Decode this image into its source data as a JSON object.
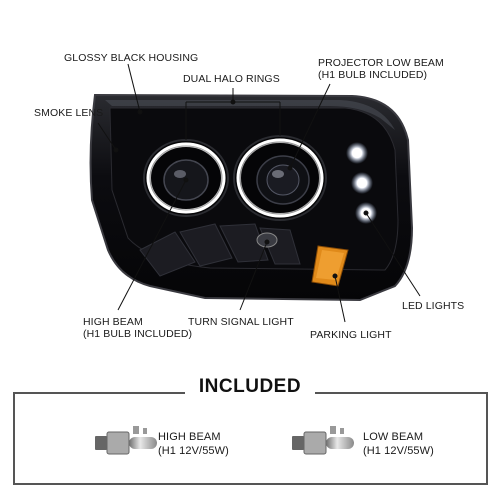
{
  "labels": {
    "glossy_housing": "GLOSSY BLACK HOUSING",
    "dual_halo": "DUAL HALO RINGS",
    "smoke_lens": "SMOKE LENS",
    "projector_line1": "PROJECTOR LOW BEAM",
    "projector_line2": "(H1 BULB INCLUDED)",
    "high_beam_line1": "HIGH BEAM",
    "high_beam_line2": "(H1 BULB INCLUDED)",
    "turn_signal": "TURN SIGNAL LIGHT",
    "led_lights": "LED LIGHTS",
    "parking_light": "PARKING LIGHT"
  },
  "included": {
    "title": "INCLUDED",
    "items": [
      {
        "line1": "HIGH BEAM",
        "line2": "(H1 12V/55W)"
      },
      {
        "line1": "LOW BEAM",
        "line2": "(H1 12V/55W)"
      }
    ]
  },
  "colors": {
    "housing": "#0b0b0d",
    "halo": "#ffffff",
    "amber": "#e08a1a",
    "box_border": "#555555"
  }
}
